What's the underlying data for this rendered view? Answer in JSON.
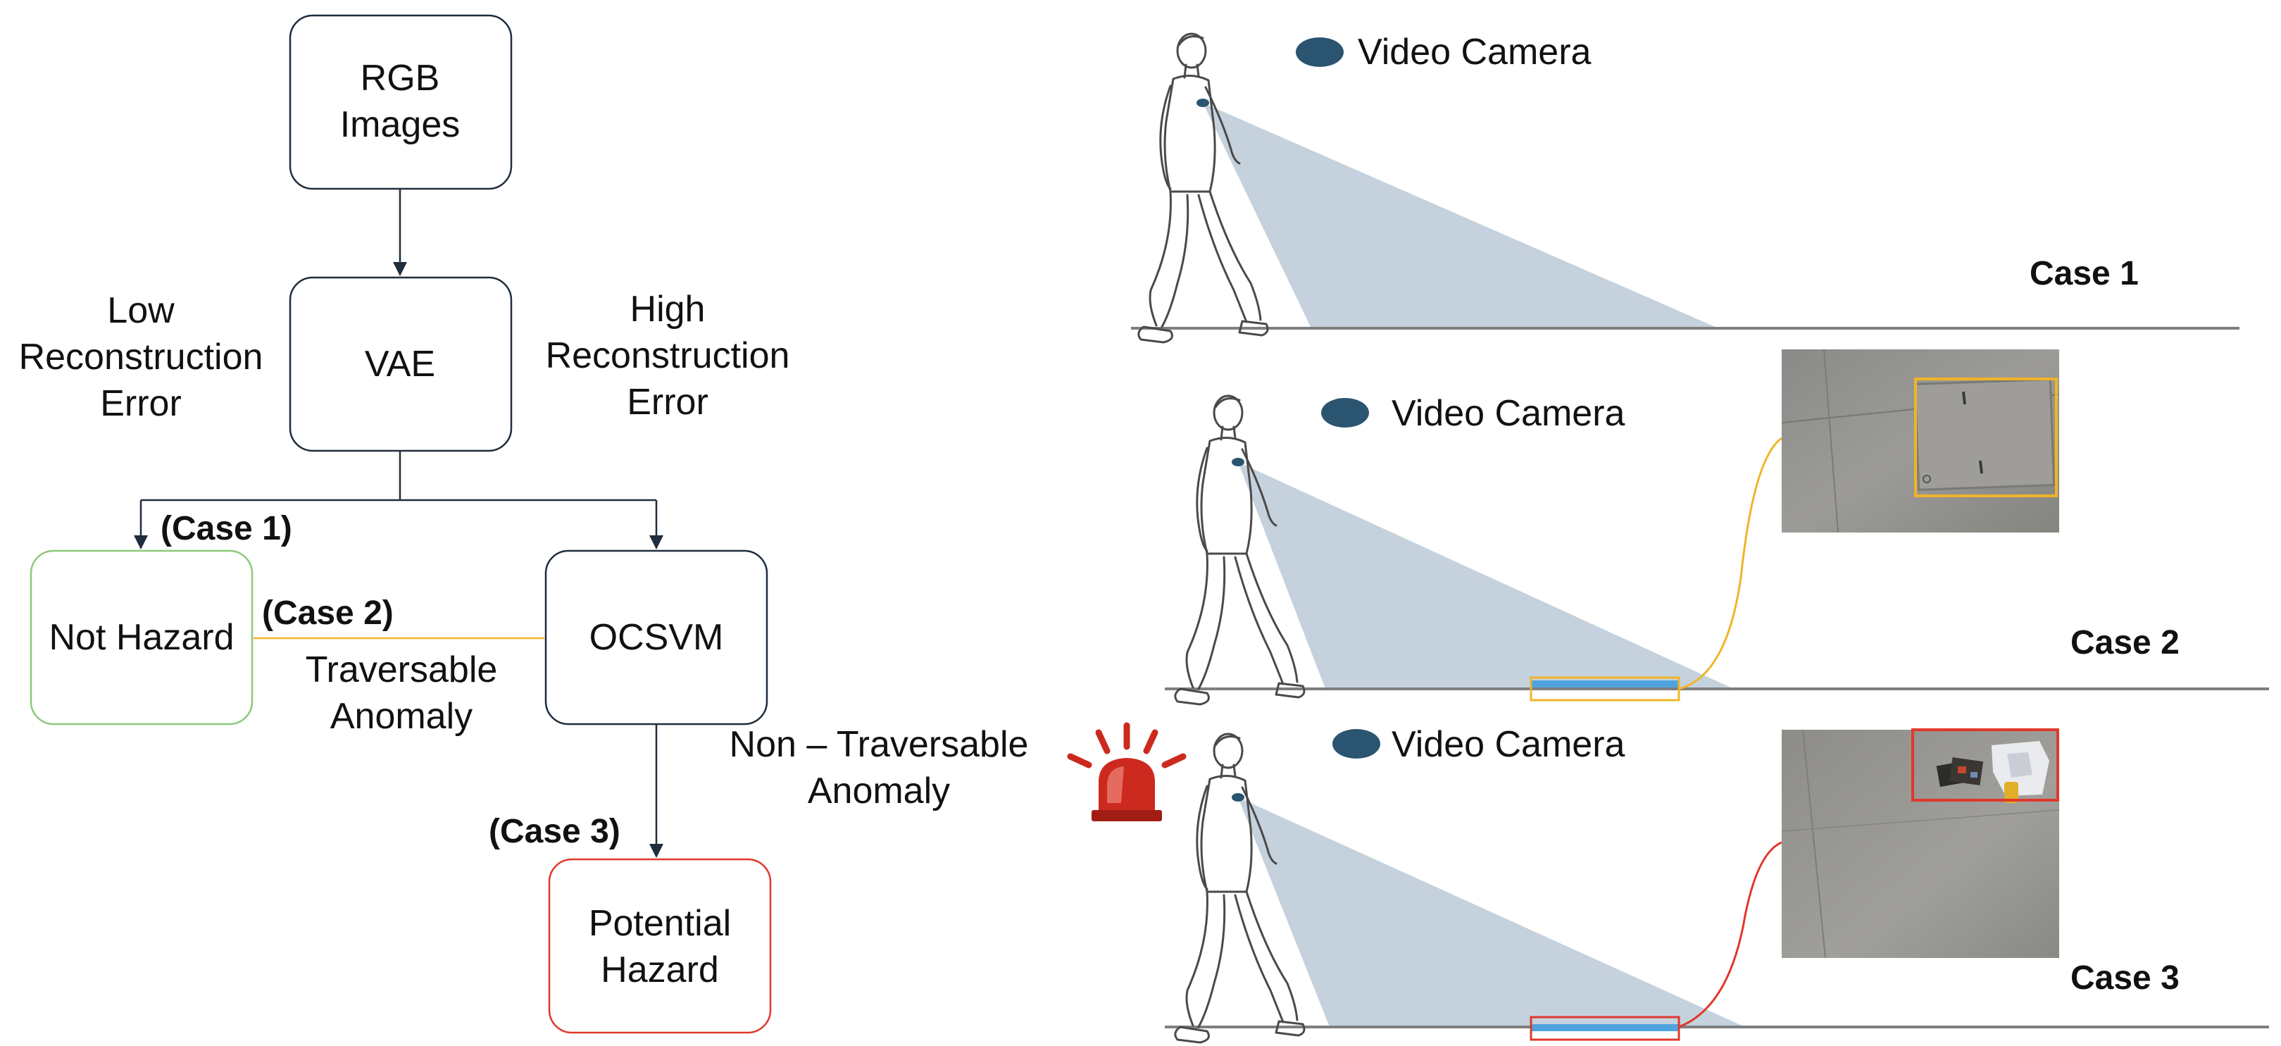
{
  "flowchart": {
    "nodes": {
      "rgb": [
        "RGB",
        "Images"
      ],
      "vae": "VAE",
      "not_hazard": "Not Hazard",
      "ocsvm": "OCSVM",
      "potential_hazard": [
        "Potential",
        "Hazard"
      ]
    },
    "edge_labels": {
      "low_error": [
        "Low",
        "Reconstruction",
        "Error"
      ],
      "high_error": [
        "High",
        "Reconstruction",
        "Error"
      ],
      "case1": "(Case 1)",
      "case2": "(Case 2)",
      "traversable": [
        "Traversable",
        "Anomaly"
      ],
      "non_traversable": [
        "Non – Traversable",
        "Anomaly"
      ],
      "case3": "(Case 3)"
    }
  },
  "scenes": [
    {
      "camera_label": "Video Camera",
      "case_label": "Case 1",
      "highlight_color": ""
    },
    {
      "camera_label": "Video Camera",
      "case_label": "Case 2",
      "highlight_color": "#f0b429"
    },
    {
      "camera_label": "Video Camera",
      "case_label": "Case 3",
      "highlight_color": "#e0382c"
    }
  ],
  "colors": {
    "node_border": "#1f2d3d",
    "not_hazard_border": "#8cc97a",
    "potential_hazard_border": "#e0382c",
    "traversable_edge": "#f0b429",
    "camera_fill": "#2b5470",
    "camera_cone": "#c5d2dd",
    "ground_line": "#7f7f7f",
    "floor_strip": "#4fa3e0",
    "siren": "#cc2a1e"
  },
  "icons": [
    "camera-icon",
    "walking-person-icon",
    "siren-icon"
  ]
}
